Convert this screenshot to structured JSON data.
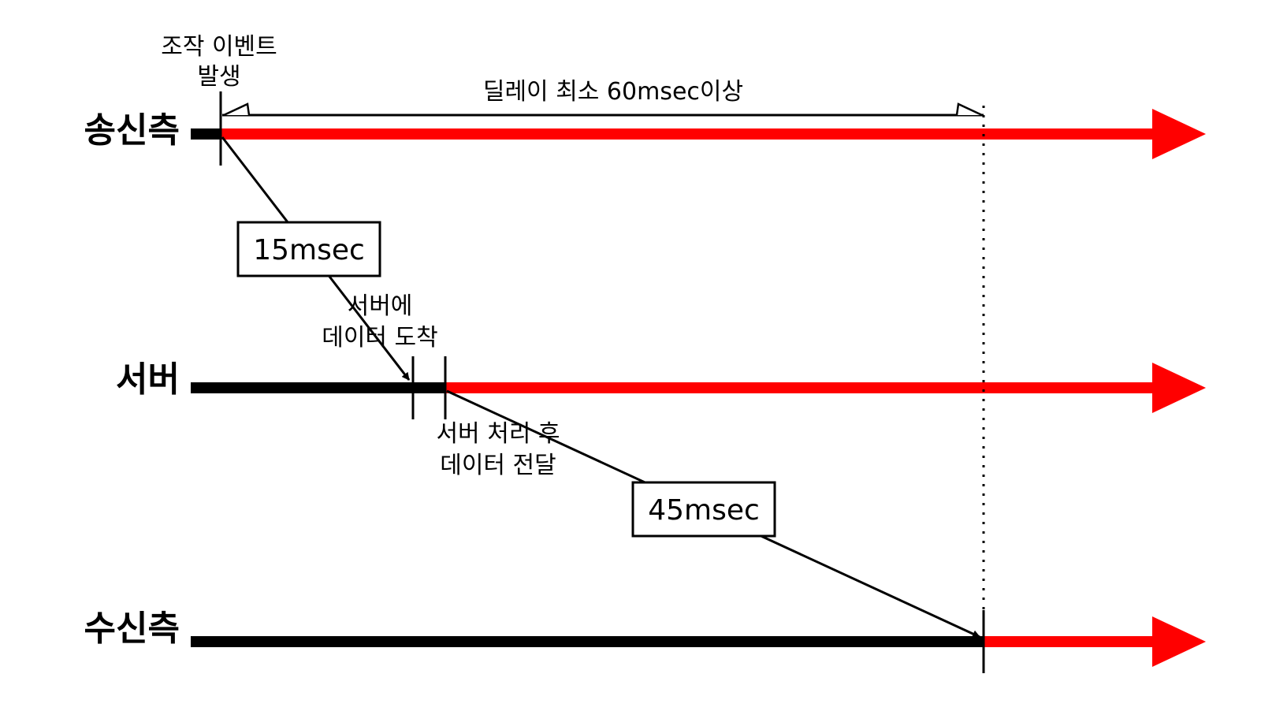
{
  "lanes": {
    "sender": "송신측",
    "server": "서버",
    "receiver": "수신측"
  },
  "annotations": {
    "event_line1": "조작 이벤트",
    "event_line2": "발생",
    "delay": "딜레이 최소 60msec이상",
    "arrive_line1": "서버에",
    "arrive_line2": "데이터 도착",
    "forward_line1": "서버 처리 후",
    "forward_line2": "데이터 전달"
  },
  "latencies": {
    "first": "15msec",
    "second": "45msec"
  },
  "colors": {
    "active": "#ff0000",
    "idle": "#000000",
    "background": "#ffffff"
  }
}
